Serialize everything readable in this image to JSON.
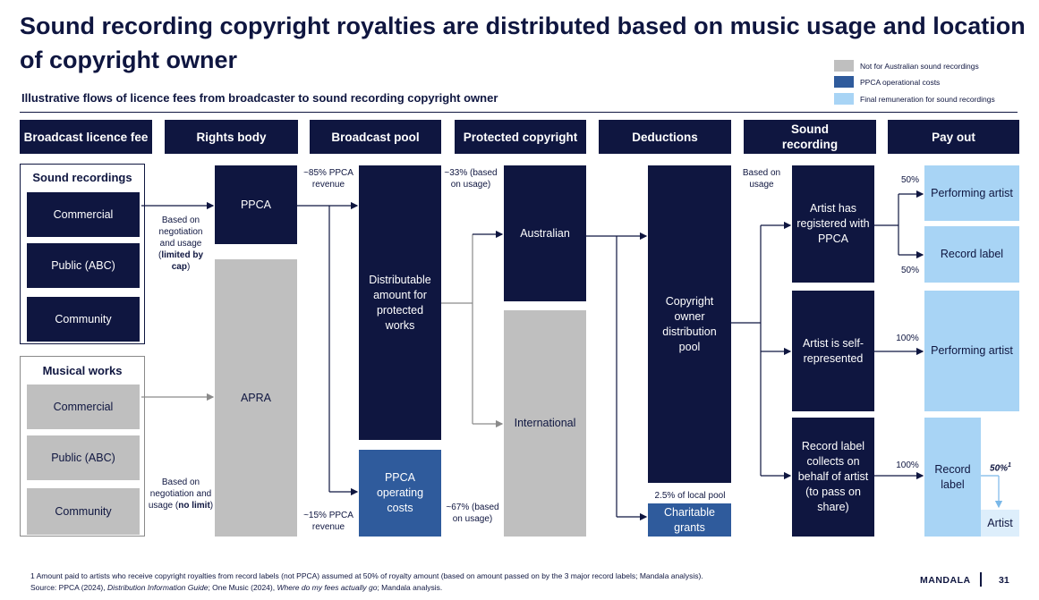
{
  "title": "Sound recording copyright royalties are distributed based on music usage and  location of copyright owner",
  "subtitle": "Illustrative flows of licence fees from broadcaster to sound recording copyright owner",
  "legend": [
    {
      "label": "Not for Australian sound recordings",
      "color": "#bfbfbf"
    },
    {
      "label": "PPCA operational costs",
      "color": "#2f5b9c"
    },
    {
      "label": "Final remuneration for sound recordings",
      "color": "#a8d4f5"
    }
  ],
  "headers": {
    "licence": "Broadcast licence fee",
    "rights": "Rights body",
    "pool": "Broadcast pool",
    "protected": "Protected copyright",
    "deductions": "Deductions",
    "sound": "Sound recording",
    "payout": "Pay out"
  },
  "licence": {
    "sound_title": "Sound recordings",
    "musical_title": "Musical works",
    "commercial": "Commercial",
    "public": "Public (ABC)",
    "community": "Community"
  },
  "notes": {
    "neg_cap_a": "Based on negotiation and usage (",
    "neg_cap_b": "limited by cap",
    "neg_cap_c": ")",
    "neg_nolimit_a": "Based on negotiation and usage (",
    "neg_nolimit_b": "no limit",
    "neg_nolimit_c": ")",
    "ppca_85": "~85% PPCA revenue",
    "ppca_15": "~15% PPCA revenue",
    "usage_33": "~33% (based on usage)",
    "usage_67": "~67% (based on usage)",
    "based_on_usage": "Based on usage",
    "local_pool": "2.5% of local pool",
    "p50a": "50%",
    "p50b": "50%",
    "p100a": "100%",
    "p100b": "100%",
    "p50_footnote": "50%",
    "footnote_mark": "1"
  },
  "boxes": {
    "ppca": "PPCA",
    "apra": "APRA",
    "distributable": "Distributable amount for protected works",
    "ppca_costs": "PPCA operating costs",
    "australian": "Australian",
    "international": "International",
    "owner_pool": "Copyright owner distribution pool",
    "charitable": "Charitable grants",
    "artist_registered": "Artist has registered with PPCA",
    "artist_self": "Artist is self-represented",
    "label_collects": "Record label collects on behalf of artist (to pass on share)",
    "performing_1": "Performing artist",
    "record_label_1": "Record label",
    "performing_2": "Performing artist",
    "record_label_2": "Record label",
    "artist": "Artist"
  },
  "footer": {
    "footnote": "1 Amount paid to artists who receive copyright royalties from record labels (not PPCA) assumed at 50% of royalty amount (based on amount passed on by the 3 major record labels; Mandala analysis).",
    "source_a": "Source: PPCA (2024), ",
    "source_b": "Distribution Information Guide",
    "source_c": "; One Music (2024), ",
    "source_d": "Where do my fees actually go",
    "source_e": "; Mandala analysis.",
    "brand": "MANDALA",
    "page": "31"
  }
}
